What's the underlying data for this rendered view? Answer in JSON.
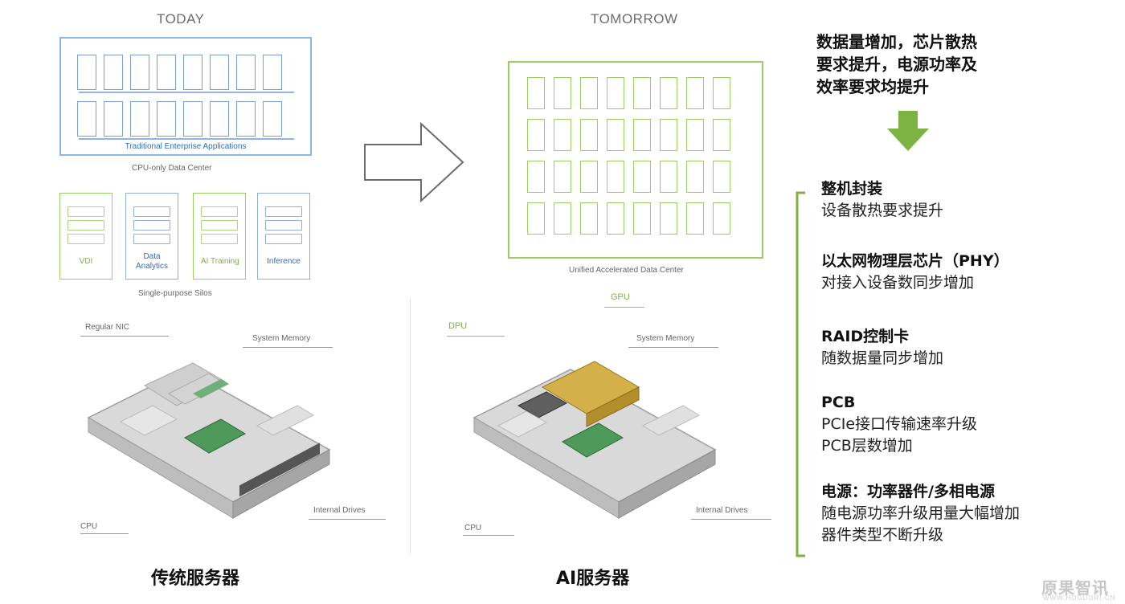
{
  "left": {
    "header": "TODAY",
    "datacenter_banner": "Traditional Enterprise Applications",
    "datacenter_caption": "CPU-only Data Center",
    "silos": [
      {
        "label": "VDI",
        "color": "green"
      },
      {
        "label": "Data Analytics",
        "color": "blue"
      },
      {
        "label": "AI Training",
        "color": "green"
      },
      {
        "label": "Inference",
        "color": "blue"
      }
    ],
    "silos_caption": "Single-purpose Silos",
    "callouts": {
      "nic": "Regular NIC",
      "memory": "System Memory",
      "cpu": "CPU",
      "drives": "Internal Drives"
    },
    "caption": "传统服务器"
  },
  "center": {
    "header": "TOMORROW",
    "datacenter_caption": "Unified Accelerated Data Center",
    "callouts": {
      "dpu": "DPU",
      "gpu": "GPU",
      "memory": "System Memory",
      "cpu": "CPU",
      "drives": "Internal Drives"
    },
    "caption": "AI服务器"
  },
  "right": {
    "intro": [
      "数据量增加，芯片散热",
      "要求提升，电源功率及",
      "效率要求均提升"
    ],
    "items": [
      {
        "title": "整机封装",
        "lines": [
          "设备散热要求提升"
        ]
      },
      {
        "title": "以太网物理层芯片（PHY）",
        "lines": [
          "对接入设备数同步增加"
        ]
      },
      {
        "title": "RAID控制卡",
        "lines": [
          "随数据量同步增加"
        ]
      },
      {
        "title": "PCB",
        "lines": [
          "PCIe接口传输速率升级",
          "PCB层数增加"
        ]
      },
      {
        "title": "电源：功率器件/多相电源",
        "lines": [
          "随电源功率升级用量大幅增加",
          "器件类型不断升级"
        ]
      }
    ]
  },
  "watermark": {
    "name": "原果智讯",
    "url": "WWW.HOGUORI.CN"
  },
  "colors": {
    "accent_green": "#7cb342",
    "rack_blue": "#7aa0cc",
    "chip_gold": "#d4b04a"
  },
  "icons": [
    "right-arrow-icon",
    "down-arrow-icon",
    "bracket-icon"
  ]
}
